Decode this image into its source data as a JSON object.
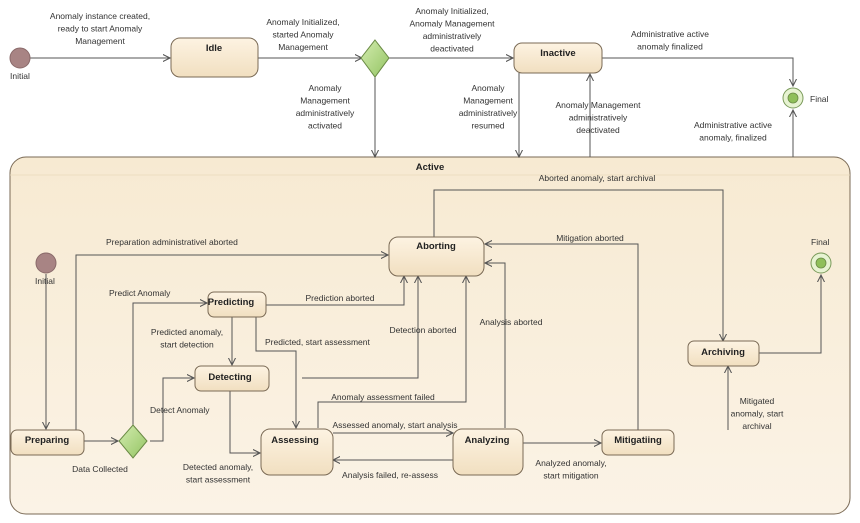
{
  "states": {
    "idle": "Idle",
    "inactive": "Inactive",
    "active": "Active",
    "aborting": "Aborting",
    "predicting": "Predicting",
    "detecting": "Detecting",
    "preparing": "Preparing",
    "assessing": "Assessing",
    "analyzing": "Analyzing",
    "mitigating": "Mitigatiing",
    "archiving": "Archiving"
  },
  "pseudostates": {
    "initial_outer": "Initial",
    "final_outer": "Final",
    "initial_inner": "Initial",
    "final_inner": "Final"
  },
  "transitions": {
    "t_created": [
      "Anomaly instance created,",
      "ready to start Anomaly",
      "Management"
    ],
    "t_idle_dec": [
      "Anomaly Initialized,",
      "started Anomaly",
      "Management"
    ],
    "t_dec_inactive": [
      "Anomaly Initialized,",
      "Anomaly Management",
      "administratively",
      "deactivated"
    ],
    "t_inactive_final": [
      "Administrative active",
      "anomaly finalized"
    ],
    "t_dec_active": [
      "Anomaly",
      "Management",
      "administratively",
      "activated"
    ],
    "t_inactive_active": [
      "Anomaly",
      "Management",
      "administratively",
      "resumed"
    ],
    "t_active_inactive": [
      "Anomaly Management",
      "administratively",
      "deactivated"
    ],
    "t_active_final": [
      "Administrative active",
      "anomaly, finalized"
    ],
    "t_abort_archival": [
      "Aborted anomaly, start archival"
    ],
    "t_prep_abort": [
      "Preparation administrativel aborted"
    ],
    "t_mit_abort": [
      "Mitigation aborted"
    ],
    "t_predict": [
      "Predict Anomaly"
    ],
    "t_pred_abort": [
      "Prediction aborted"
    ],
    "t_pred_detect": [
      "Predicted anomaly,",
      "start detection"
    ],
    "t_pred_assess": [
      "Predicted, start assessment"
    ],
    "t_det_abort": [
      "Detection aborted"
    ],
    "t_ana_abort": [
      "Analysis aborted"
    ],
    "t_detect": [
      "Detect Anomaly"
    ],
    "t_assess_failed": [
      "Anomaly assessment failed"
    ],
    "t_assess_analysis": [
      "Assessed anomaly, start analysis"
    ],
    "t_mitigated": [
      "Mitigated",
      "anomaly, start",
      "archival"
    ],
    "t_data_collected": [
      "Data Collected"
    ],
    "t_det_assess": [
      "Detected anomaly,",
      "start assessment"
    ],
    "t_analysis_failed": [
      "Analysis failed, re-assess"
    ],
    "t_ana_mit": [
      "Analyzed anomaly,",
      "start mitigation"
    ]
  }
}
